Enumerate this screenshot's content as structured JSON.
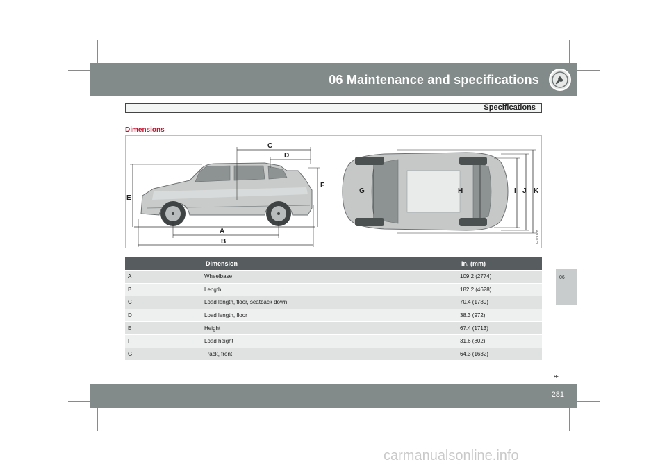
{
  "header": {
    "chapter_title": "06 Maintenance and specifications",
    "section_title": "Specifications"
  },
  "icons": {
    "chapter": "wrench-icon",
    "continue": "double-chevron-right-icon"
  },
  "colors": {
    "header_band": "#838b8a",
    "heading_red": "#c8102e",
    "table_header": "#575d5f",
    "row_odd": "#dfe2e1",
    "row_even": "#eef0ef"
  },
  "heading": "Dimensions",
  "diagram": {
    "labels": {
      "A": "A",
      "B": "B",
      "C": "C",
      "D": "D",
      "E": "E",
      "F": "F",
      "G": "G",
      "H": "H",
      "I": "I",
      "J": "J",
      "K": "K"
    },
    "image_code": "G019188"
  },
  "table": {
    "headers": [
      "",
      "Dimension",
      "In. (mm)"
    ],
    "rows": [
      {
        "key": "A",
        "dimension": "Wheelbase",
        "value": "109.2 (2774)"
      },
      {
        "key": "B",
        "dimension": "Length",
        "value": "182.2 (4628)"
      },
      {
        "key": "C",
        "dimension": "Load length, floor, seatback down",
        "value": "70.4 (1789)"
      },
      {
        "key": "D",
        "dimension": "Load length, floor",
        "value": "38.3 (972)"
      },
      {
        "key": "E",
        "dimension": "Height",
        "value": "67.4 (1713)"
      },
      {
        "key": "F",
        "dimension": "Load height",
        "value": "31.6 (802)"
      },
      {
        "key": "G",
        "dimension": "Track, front",
        "value": "64.3 (1632)"
      }
    ]
  },
  "side_tab": "06",
  "continue_marker": "▸▸",
  "page_number": "281",
  "watermark": "carmanualsonline.info"
}
